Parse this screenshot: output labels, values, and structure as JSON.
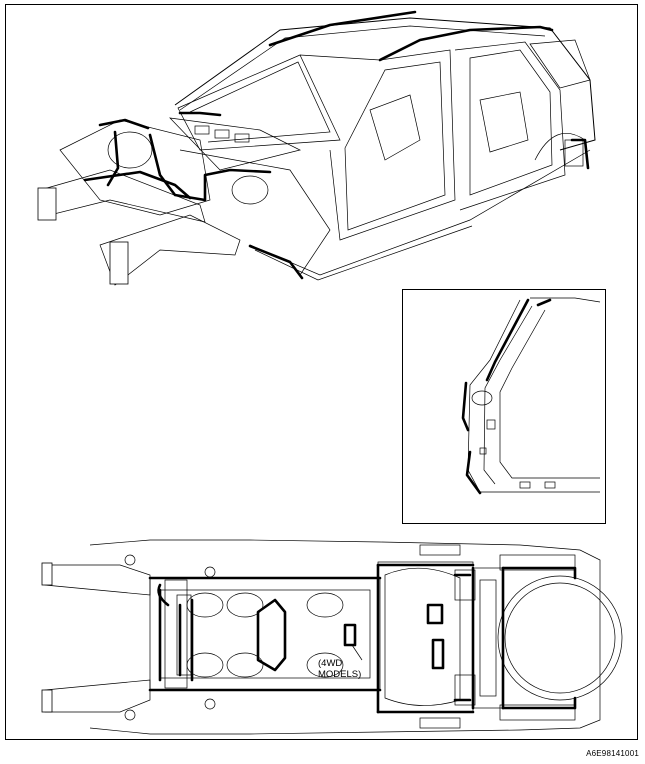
{
  "callout": {
    "line1": "(4WD",
    "line2": "MODELS)"
  },
  "reference_code": "A6E98141001",
  "views": {
    "top": "body-shell-isometric",
    "inset": "rear-pillar-detail",
    "bottom": "underbody-plan"
  }
}
